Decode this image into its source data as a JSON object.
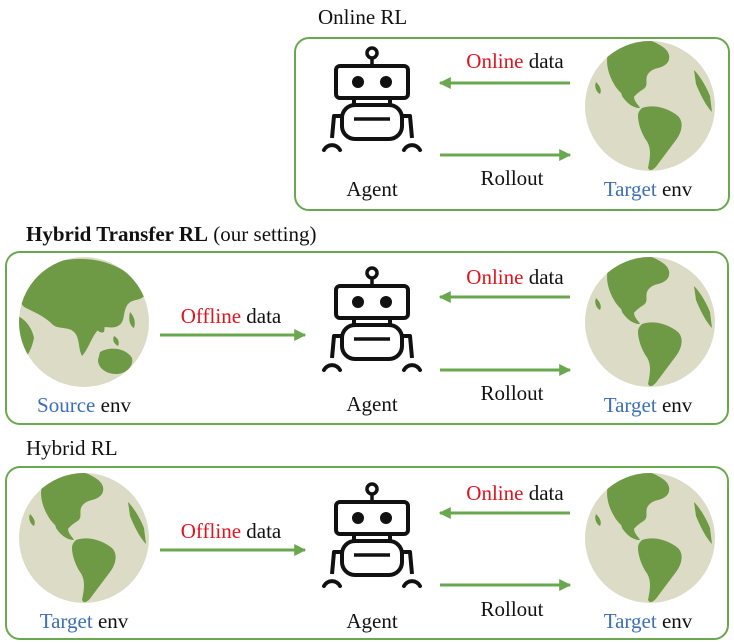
{
  "titles": {
    "online": "Online RL",
    "hybrid_transfer_bold": "Hybrid Transfer RL",
    "hybrid_transfer_suffix": " (our setting)",
    "hybrid": "Hybrid RL"
  },
  "labels": {
    "online_word": "Online",
    "offline_word": "Offline",
    "data_word": " data",
    "rollout": "Rollout",
    "agent": "Agent",
    "target_word": "Target",
    "source_word": "Source",
    "env_word": " env"
  },
  "colors": {
    "panel_border": "#6aa84f",
    "arrow": "#6aa84f",
    "highlight_red": "#e0141e",
    "highlight_blue": "#3d6fb6",
    "globe_ocean": "#dcdcc6",
    "globe_land": "#6e9a46"
  },
  "icons": {
    "agent": "robot-icon",
    "environment": "globe-icon"
  }
}
